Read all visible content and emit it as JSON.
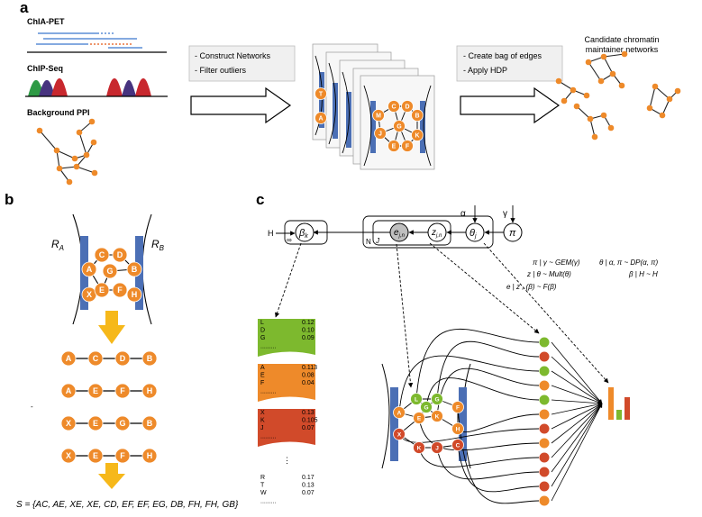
{
  "panel_a": {
    "letter": "a",
    "track_labels": [
      "ChIA-PET",
      "ChIP-Seq",
      "Background PPI"
    ],
    "step1": [
      "- Construct Networks",
      "- Filter outliers"
    ],
    "step2": [
      "- Create bag of edges",
      "- Apply HDP"
    ],
    "output_title": [
      "Candidate chromatin",
      "maintainer networks"
    ],
    "card_nodes": [
      "T",
      "A",
      "M",
      "C",
      "D",
      "G",
      "J",
      "E",
      "F",
      "K",
      "B"
    ]
  },
  "panel_b": {
    "letter": "b",
    "anchor_left": "R",
    "anchor_left_sub": "A",
    "anchor_right": "R",
    "anchor_right_sub": "B",
    "graph_nodes": [
      "A",
      "C",
      "D",
      "G",
      "B",
      "X",
      "E",
      "F",
      "H"
    ],
    "paths": [
      [
        "A",
        "C",
        "D",
        "B"
      ],
      [
        "A",
        "E",
        "F",
        "H"
      ],
      [
        "X",
        "E",
        "G",
        "B"
      ],
      [
        "X",
        "E",
        "F",
        "H"
      ]
    ],
    "set_formula": "S = {AC, AE, XE, XE, CD, EF, EF, EG, DB, FH, FH, GB}"
  },
  "panel_c": {
    "letter": "c",
    "plate_labels": [
      "H",
      "N",
      "J",
      "∞"
    ],
    "node_labels": [
      "β",
      "k",
      "e",
      "j,n",
      "z",
      "j,n",
      "θ",
      "j",
      "π",
      "α",
      "γ"
    ],
    "equations_left": [
      "π | γ ~ GEM(γ)",
      "z | θ ~ Mult(θ)",
      "e | z , (β) ~ F(β)"
    ],
    "equations_right": [
      "θ | α, π ~ DP(α, π)",
      "β | H ~ H"
    ],
    "topic_green": {
      "rows": [
        [
          "L",
          "0.12"
        ],
        [
          "D",
          "0.10"
        ],
        [
          "G",
          "0.09"
        ]
      ],
      "more": "........."
    },
    "topic_orange": {
      "rows": [
        [
          "A",
          "0.113"
        ],
        [
          "E",
          "0.08"
        ],
        [
          "F",
          "0.04"
        ]
      ],
      "more": "........."
    },
    "topic_red": {
      "rows": [
        [
          "X",
          "0.13"
        ],
        [
          "K",
          "0.105"
        ],
        [
          "J",
          "0.07"
        ]
      ],
      "more": "........."
    },
    "topic_plain": {
      "rows": [
        [
          "R",
          "0.17"
        ],
        [
          "T",
          "0.13"
        ],
        [
          "W",
          "0.07"
        ]
      ],
      "more": "........."
    },
    "net_nodes": [
      "A",
      "L",
      "G",
      "G",
      "E",
      "K",
      "F",
      "H",
      "X",
      "K",
      "J",
      "C"
    ]
  },
  "colors": {
    "orange": "#EE8A2A",
    "green": "#7DB92E",
    "red": "#D14A2A",
    "blue": "#4B6FB5",
    "yellow_arrow": "#F6B81A",
    "box_fill": "#F0F0F0",
    "chip_green": "#2E9A45",
    "chip_purple": "#47337F",
    "chip_red": "#C8282E"
  }
}
